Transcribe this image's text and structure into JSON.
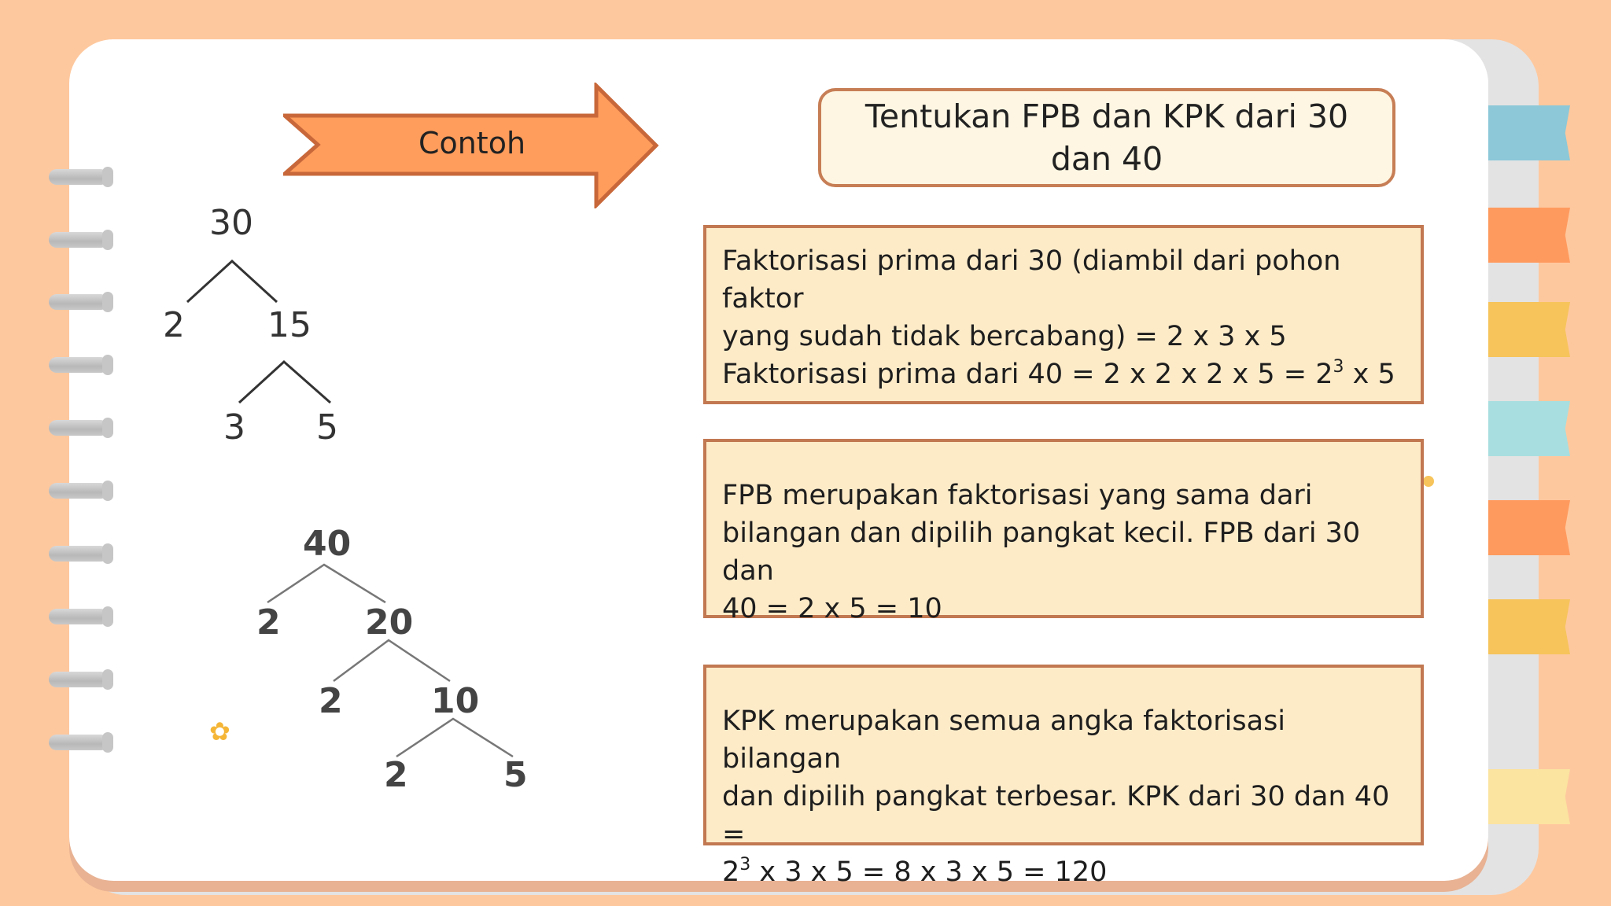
{
  "example_label": "Contoh",
  "title": "Tentukan FPB dan KPK dari 30 dan 40",
  "tree_30": {
    "root": "30",
    "l1_left": "2",
    "l1_right": "15",
    "l2_left": "3",
    "l2_right": "5"
  },
  "tree_40": {
    "root": "40",
    "l1_left": "2",
    "l1_right": "20",
    "l2_left": "2",
    "l2_right": "10",
    "l3_left": "2",
    "l3_right": "5"
  },
  "box1": {
    "line1": "Faktorisasi prima dari 30 (diambil dari pohon faktor",
    "line2": "yang sudah tidak bercabang) = 2 x 3 x 5",
    "line3_pre": "Faktorisasi prima dari 40 = 2 x 2 x 2 x 5 = 2",
    "line3_sup": "3",
    "line3_post": " x 5"
  },
  "box2": {
    "line1": "FPB merupakan faktorisasi yang sama dari",
    "line2": "bilangan dan dipilih pangkat kecil. FPB dari 30 dan",
    "line3": "40 = 2 x 5 = 10"
  },
  "box3": {
    "line1": "KPK merupakan semua angka faktorisasi bilangan",
    "line2": "dan dipilih pangkat terbesar. KPK dari 30 dan 40 =",
    "line3_pre": "2",
    "line3_sup": "3",
    "line3_post": " x 3 x 5 = 8 x 3 x 5 = 120"
  },
  "colors": {
    "background": "#FEC89E",
    "arrow": "#FF9D5C",
    "tab_blue": "#8CC8D8",
    "tab_orange": "#FF9A5E",
    "tab_yellow": "#F6C45B",
    "tab_mint": "#A8DEDF",
    "tab_cream": "#FBE3A0"
  }
}
